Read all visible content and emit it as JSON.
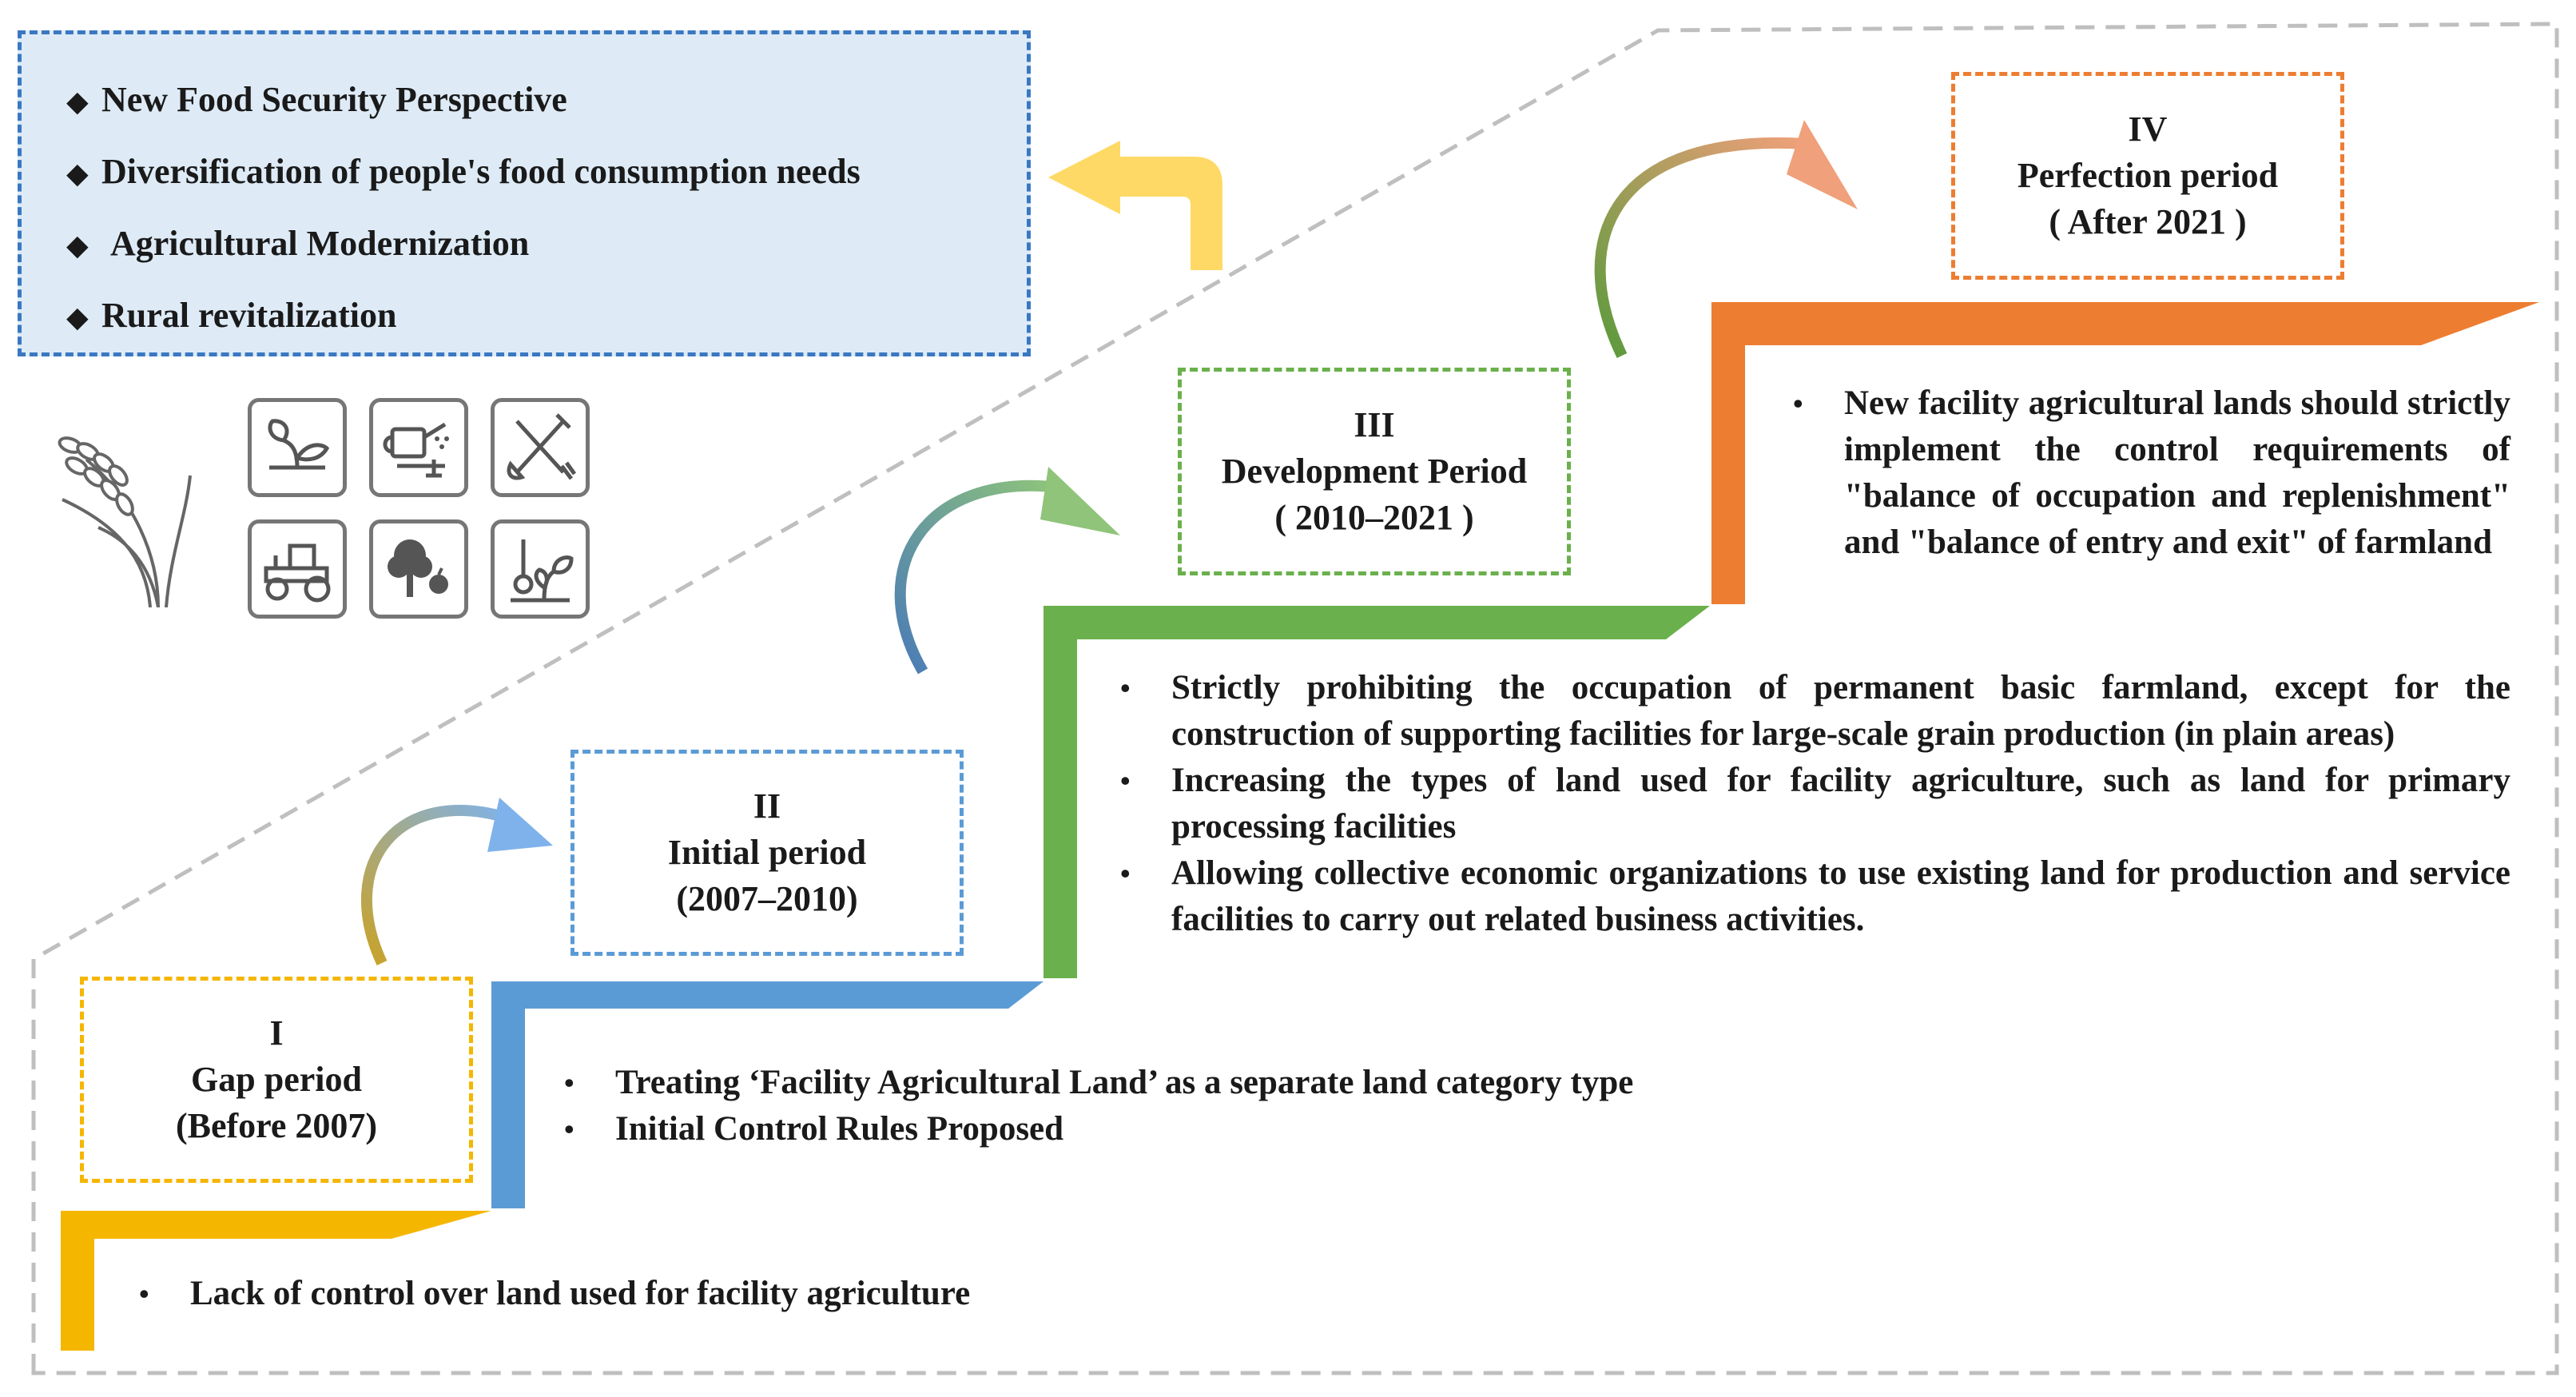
{
  "drivers": [
    "New Food Security Perspective",
    "Diversification of people's food consumption needs",
    "Agricultural Modernization",
    "Rural revitalization"
  ],
  "stages": [
    {
      "numeral": "I",
      "name": "Gap period",
      "years": "(Before 2007)",
      "color": "#f5b600",
      "bullets": [
        "Lack of control over land used for facility agriculture"
      ]
    },
    {
      "numeral": "II",
      "name": "Initial period",
      "years": "(2007–2010)",
      "color": "#5b9bd5",
      "bullets": [
        "Treating ‘Facility Agricultural Land’ as a separate land category type",
        "Initial Control Rules Proposed"
      ]
    },
    {
      "numeral": "III",
      "name": "Development Period",
      "years": "( 2010–2021 )",
      "color": "#6ab04c",
      "bullets": [
        "Strictly prohibiting the occupation of permanent basic farmland, except for the construction of supporting facilities for large-scale grain production (in plain areas)",
        "Increasing the types of land used for facility agriculture, such as land for primary processing facilities",
        "Allowing collective economic organizations to use existing land for production and service facilities to carry out related business activities."
      ]
    },
    {
      "numeral": "IV",
      "name": "Perfection period",
      "years": "( After 2021 )",
      "color": "#ed7d31",
      "bullets": [
        "New facility agricultural lands should strictly implement the control requirements of \"balance of occupation and replenishment\" and \"balance of entry and exit\" of farmland"
      ]
    }
  ],
  "icons": [
    "wheat-icon",
    "seedling-icon",
    "watering-can-icon",
    "crossed-tools-icon",
    "tractor-icon",
    "tree-fruit-icon",
    "thermometer-plant-icon"
  ]
}
